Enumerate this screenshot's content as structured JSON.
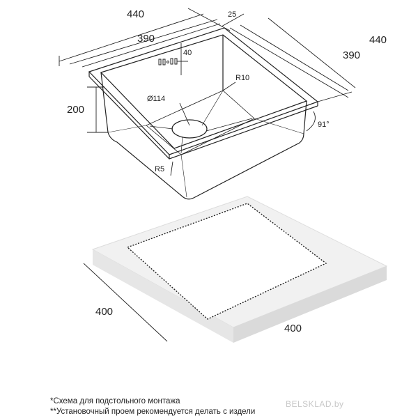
{
  "dimensions": {
    "outer_width": "440",
    "inner_width": "390",
    "rim": "25",
    "outer_depth": "440",
    "inner_depth": "390",
    "height": "200",
    "overflow_offset": "40",
    "drain_diameter": "Ø114",
    "corner_radius_top": "R10",
    "corner_radius_bottom": "R5",
    "wall_angle": "91°",
    "cutout_width": "400",
    "cutout_depth": "400"
  },
  "notes": [
    "*Схема для подстольного монтажа",
    "**Установочный проем рекомендуется делать с издели"
  ],
  "watermark": "BELSKLAD.by"
}
